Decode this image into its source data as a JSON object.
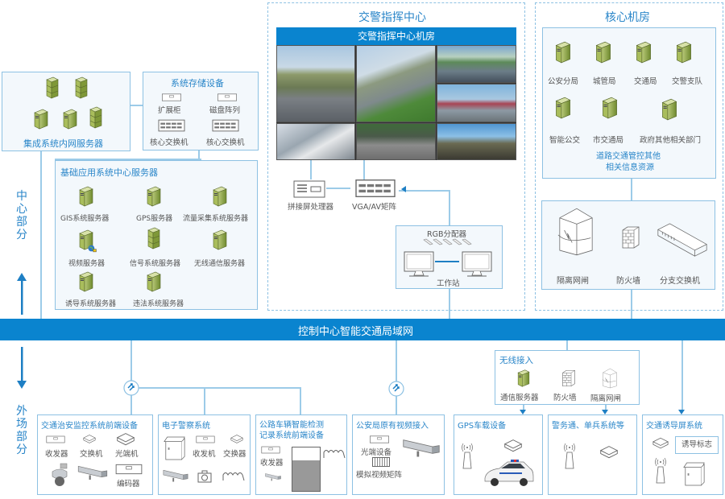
{
  "side_labels": {
    "center": "中心部分",
    "field": "外场部分"
  },
  "network_bar": {
    "label": "控制中心智能交通局域网",
    "color": "#0a84cf"
  },
  "integrated_servers": {
    "title": "集成系统内网服务器"
  },
  "storage": {
    "title": "系统存储设备",
    "items": [
      {
        "label": "扩展柜"
      },
      {
        "label": "磁盘阵列"
      },
      {
        "label": "核心交换机"
      },
      {
        "label": "核心交换机"
      }
    ]
  },
  "basic_servers": {
    "title": "基础应用系统中心服务器",
    "items": [
      {
        "label": "GIS系统服务器"
      },
      {
        "label": "GPS服务器"
      },
      {
        "label": "流量采集系统服务器"
      },
      {
        "label": "视频服务器"
      },
      {
        "label": "信号系统服务器"
      },
      {
        "label": "无线通信服务器"
      },
      {
        "label": "诱导系统服务器"
      },
      {
        "label": "违法系统服务器"
      }
    ]
  },
  "command_center": {
    "title": "交警指挥中心",
    "room_title": "交警指挥中心机房",
    "splice_processor": "拼接屏处理器",
    "matrix": "VGA/AV矩阵",
    "rgb": "RGB分配器",
    "workstation": "工作站"
  },
  "core_room": {
    "title": "核心机房",
    "items": [
      {
        "label": "公安分局"
      },
      {
        "label": "城管局"
      },
      {
        "label": "交通局"
      },
      {
        "label": "交警支队"
      },
      {
        "label": "智能公交"
      },
      {
        "label": "市交通局"
      },
      {
        "label": "政府其他相关部门"
      }
    ],
    "resources": [
      "道路交通管控其他",
      "相关信息资源"
    ],
    "security": [
      {
        "label": "隔离网闸"
      },
      {
        "label": "防火墙"
      },
      {
        "label": "分支交换机"
      }
    ]
  },
  "wireless": {
    "title": "无线接入",
    "items": [
      {
        "label": "通信服务器"
      },
      {
        "label": "防火墙"
      },
      {
        "label": "隔离网闸"
      }
    ]
  },
  "field": [
    {
      "title": "交通治安监控系统前端设备",
      "items": [
        "收发器",
        "交换机",
        "光端机",
        "编码器"
      ]
    },
    {
      "title": "电子警察系统",
      "items": [
        "收发机",
        "交换器"
      ]
    },
    {
      "title_lines": [
        "公路车辆智能检测",
        "记录系统前端设备"
      ],
      "items": [
        "收发器"
      ]
    },
    {
      "title": "公安局原有视频接入",
      "items": [
        "光端设备",
        "模拟视频矩阵"
      ]
    },
    {
      "title": "GPS车载设备",
      "items": []
    },
    {
      "title": "警务通、单兵系统等",
      "items": []
    },
    {
      "title": "交通诱导屏系统",
      "items": [
        "诱导标志"
      ]
    }
  ]
}
